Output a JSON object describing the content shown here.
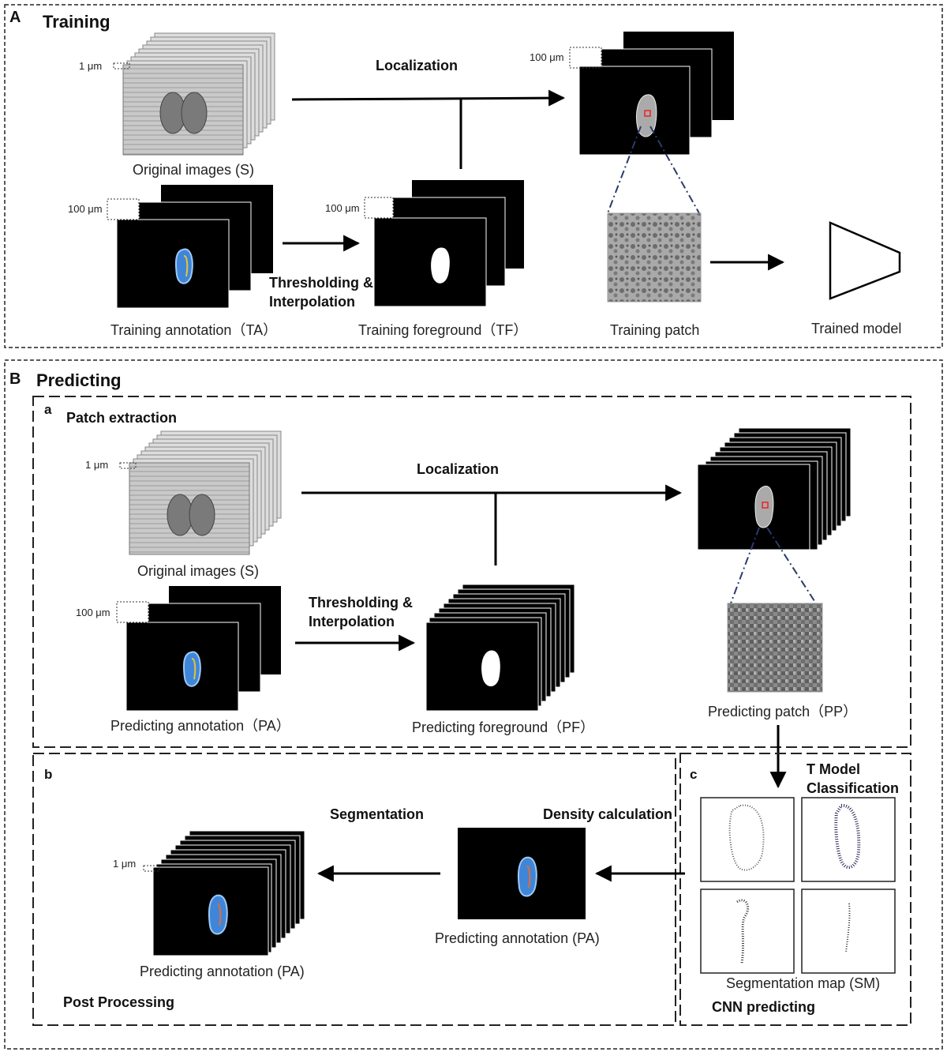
{
  "panels": {
    "a_letter": "A",
    "a_title": "Training",
    "b_letter": "B",
    "b_title": "Predicting"
  },
  "training": {
    "localization": "Localization",
    "original_images": "Original images (S)",
    "training_annotation": "Training annotation（TA）",
    "training_foreground": "Training foreground（TF）",
    "training_patch": "Training patch",
    "trained_model": "Trained model",
    "thresholding": "Thresholding &",
    "interpolation": "Interpolation",
    "scale_1um": "1 μm",
    "scale_100um_a": "100 μm",
    "scale_100um_b": "100 μm",
    "scale_100um_c": "100 μm"
  },
  "patch_extraction": {
    "letter": "a",
    "title": "Patch extraction",
    "localization": "Localization",
    "original_images": "Original images (S)",
    "thresholding": "Thresholding &",
    "interpolation": "Interpolation",
    "predicting_annotation": "Predicting annotation（PA）",
    "predicting_foreground": "Predicting foreground（PF）",
    "predicting_patch": "Predicting patch（PP）",
    "scale_1um": "1 μm",
    "scale_100um": "100 μm"
  },
  "post_processing": {
    "letter": "b",
    "title": "Post Processing",
    "segmentation": "Segmentation",
    "density_calculation": "Density calculation",
    "predicting_annotation_mid": "Predicting annotation (PA)",
    "predicting_annotation_left": "Predicting annotation (PA)",
    "scale_1um": "1 μm"
  },
  "cnn": {
    "letter": "c",
    "title": "CNN predicting",
    "t_model": "T Model",
    "classification": "Classification",
    "segmentation_map": "Segmentation map (SM)"
  },
  "colors": {
    "frame": "#222222",
    "slide": "#000000",
    "annotation_blue": "#3f86d8",
    "arrow": "#000000"
  }
}
